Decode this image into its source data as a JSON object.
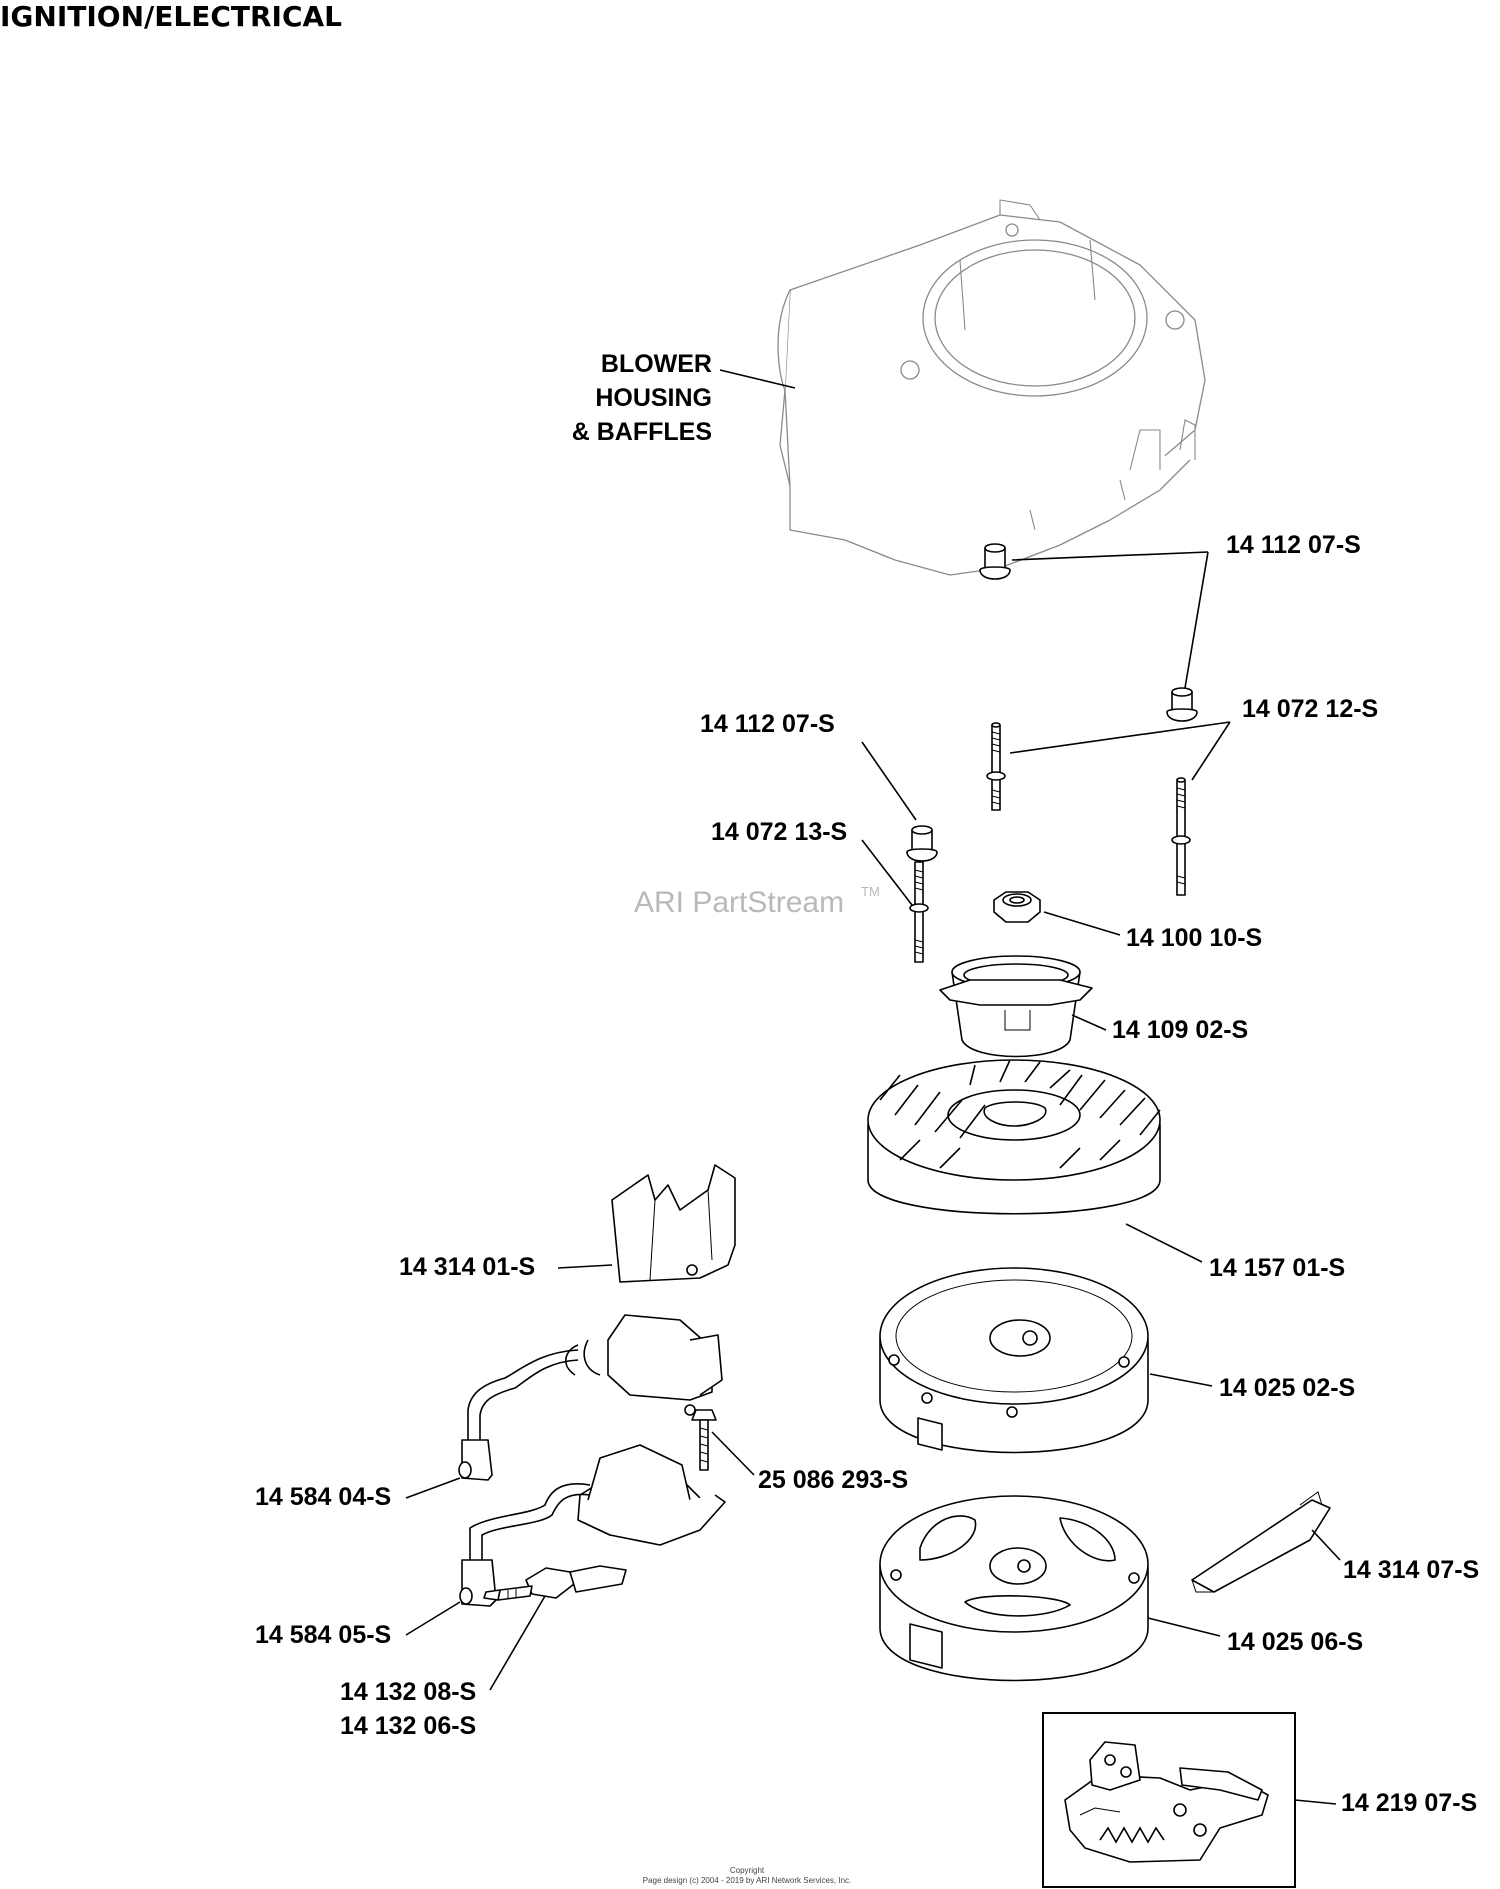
{
  "title": "IGNITION/ELECTRICAL",
  "watermark": {
    "text": "ARI PartStream",
    "tm": "TM"
  },
  "copyright": {
    "line1": "Copyright",
    "line2": "Page design (c) 2004 - 2019 by ARI Network Services, Inc."
  },
  "labels": {
    "blower_line1": "BLOWER",
    "blower_line2": "HOUSING",
    "blower_line3": "& BAFFLES",
    "p141120_top": "14 112 07-S",
    "p141120_left": "14 112 07-S",
    "p140721_2": "14 072 12-S",
    "p140721_3": "14 072 13-S",
    "p141001": "14 100 10-S",
    "p141090": "14 109 02-S",
    "p143140_1": "14 314 01-S",
    "p141570": "14 157 01-S",
    "p140250_2": "14 025 02-S",
    "p250862": "25 086 293-S",
    "p145840_4": "14 584 04-S",
    "p143140_7": "14 314 07-S",
    "p145840_5": "14 584 05-S",
    "p140250_6": "14 025 06-S",
    "p141320_8": "14 132 08-S",
    "p141320_6": "14 132 06-S",
    "p142190": "14 219 07-S"
  }
}
